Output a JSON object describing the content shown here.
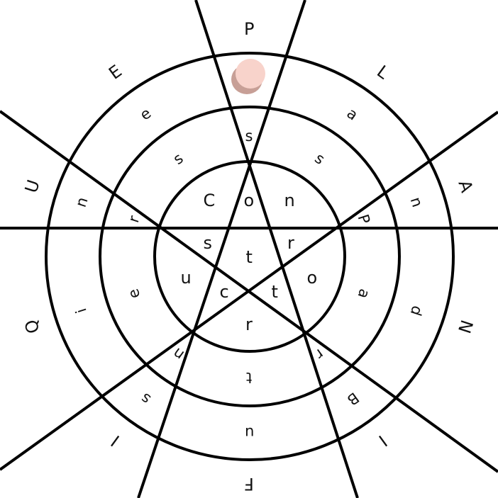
{
  "puzzle": {
    "outer_ring_letters": [
      "P",
      "L",
      "A",
      "N",
      "I",
      "F",
      "I",
      "Q",
      "U",
      "E"
    ],
    "middle_ring_letters": [
      "",
      "a",
      "n",
      "d",
      "B",
      "u",
      "s",
      "i",
      "n",
      "e"
    ],
    "inner_ring_letters": [
      "s",
      "s",
      "P",
      "a",
      "r",
      "t",
      "n",
      "e",
      "r",
      "s"
    ],
    "center_letters": [
      "C",
      "o",
      "n",
      "s",
      "t",
      "r",
      "u",
      "c",
      "t",
      "o",
      "r"
    ],
    "token": {
      "color": "#f8d3cb",
      "shadow_color": "#c79f96",
      "slot": "middle-ring-top"
    },
    "line_color": "#000000"
  }
}
